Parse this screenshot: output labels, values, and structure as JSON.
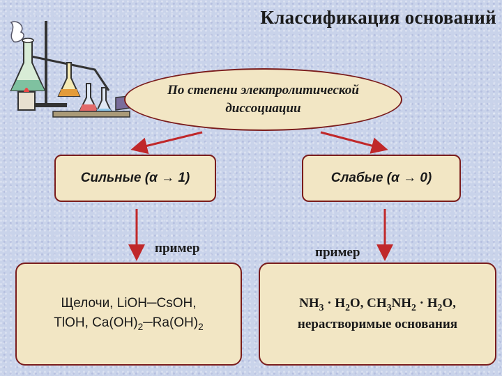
{
  "title": "Классификация оснований",
  "criterion": {
    "line1": "По степени электролитической",
    "line2": "диссоциации"
  },
  "strong": {
    "label": "Сильные (α → 1)"
  },
  "weak": {
    "label": "Слабые (α → 0)"
  },
  "example_label": "пример",
  "strong_examples": {
    "line1": {
      "a": "Щелочи, LiOH─CsOH,"
    },
    "line2": {
      "a": "TlOH, Ca(OH)",
      "sub1": "2",
      "b": "─Ra(OH)",
      "sub2": "2"
    }
  },
  "weak_examples": {
    "line1": {
      "a": "NH",
      "sub1": "3",
      "b": " · H",
      "sub2": "2",
      "c": "O, CH",
      "sub3": "3",
      "d": "NH",
      "sub4": "2",
      "e": " · H",
      "sub5": "2",
      "f": "O,"
    },
    "line2": {
      "a": "нерастворимые основания"
    }
  },
  "colors": {
    "border": "#7a1c1c",
    "arrow": "#c0282a",
    "box_fill": "#f2e6c4",
    "background": "#c9d3ea"
  },
  "icon": "laboratory-glassware-icon"
}
